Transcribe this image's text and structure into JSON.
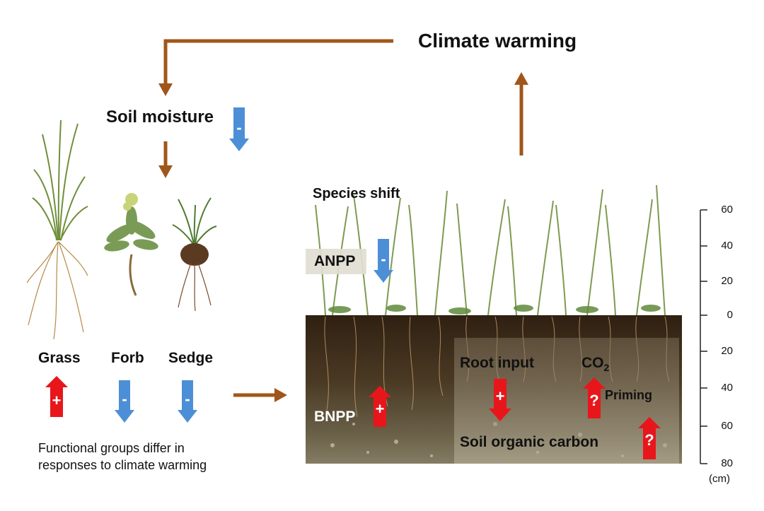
{
  "title": "Climate warming",
  "soil_moisture": {
    "label": "Soil moisture",
    "sign": "-"
  },
  "functional_groups": [
    {
      "name": "Grass",
      "sign": "+"
    },
    {
      "name": "Forb",
      "sign": "-"
    },
    {
      "name": "Sedge",
      "sign": "-"
    }
  ],
  "caption": "Functional groups differ in responses to climate warming",
  "species_shift": "Species shift",
  "anpp": {
    "label": "ANPP",
    "sign": "-"
  },
  "bnpp": {
    "label": "BNPP",
    "sign": "+"
  },
  "root_input": {
    "label": "Root input",
    "sign": "+"
  },
  "co2": {
    "label": "CO",
    "subscript": "2",
    "sign": "?"
  },
  "priming": "Priming",
  "soc": {
    "label": "Soil organic carbon",
    "sign": "?"
  },
  "depth_axis": {
    "ticks": [
      "60",
      "40",
      "20",
      "0",
      "20",
      "40",
      "60",
      "80"
    ],
    "unit": "(cm)"
  },
  "colors": {
    "brown_arrow": "#a0561a",
    "blue_arrow": "#4d8fd6",
    "red_arrow": "#e8161b",
    "soil_dark": "#3b2a1a",
    "grass_green": "#6f8f3a"
  }
}
